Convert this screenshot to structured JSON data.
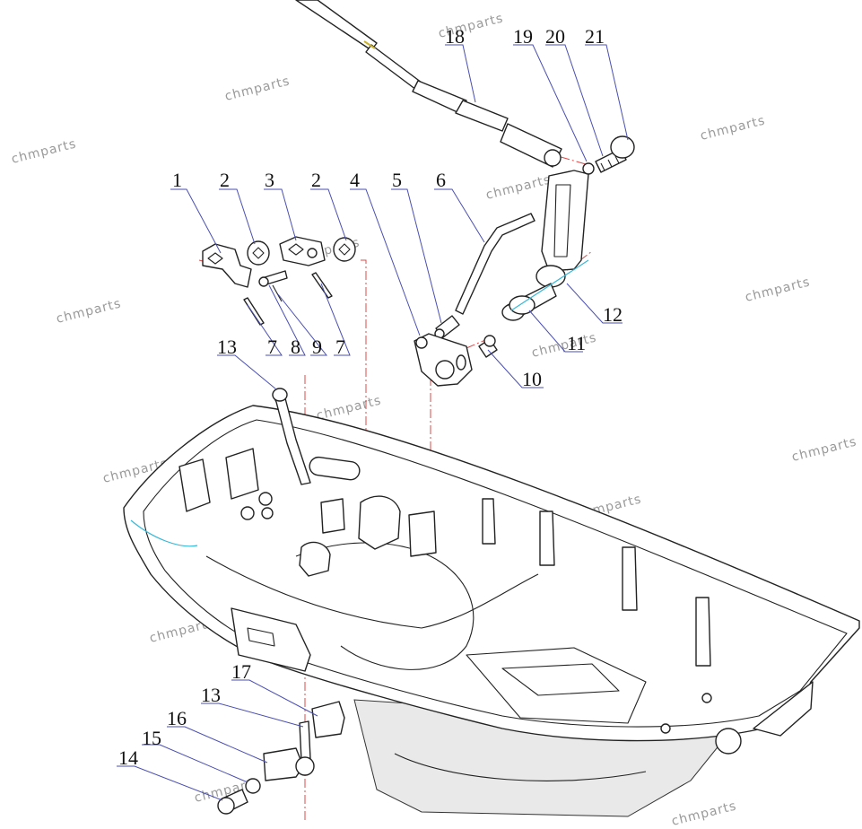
{
  "diagram": {
    "callouts": [
      {
        "id": "c1",
        "text": "1"
      },
      {
        "id": "c2a",
        "text": "2"
      },
      {
        "id": "c3",
        "text": "3"
      },
      {
        "id": "c2b",
        "text": "2"
      },
      {
        "id": "c4",
        "text": "4"
      },
      {
        "id": "c5",
        "text": "5"
      },
      {
        "id": "c6",
        "text": "6"
      },
      {
        "id": "c7a",
        "text": "7"
      },
      {
        "id": "c8",
        "text": "8"
      },
      {
        "id": "c9",
        "text": "9"
      },
      {
        "id": "c7b",
        "text": "7"
      },
      {
        "id": "c10",
        "text": "10"
      },
      {
        "id": "c11",
        "text": "11"
      },
      {
        "id": "c12",
        "text": "12"
      },
      {
        "id": "c13a",
        "text": "13"
      },
      {
        "id": "c13b",
        "text": "13"
      },
      {
        "id": "c14",
        "text": "14"
      },
      {
        "id": "c15",
        "text": "15"
      },
      {
        "id": "c16",
        "text": "16"
      },
      {
        "id": "c17",
        "text": "17"
      },
      {
        "id": "c18",
        "text": "18"
      },
      {
        "id": "c19",
        "text": "19"
      },
      {
        "id": "c20",
        "text": "20"
      },
      {
        "id": "c21",
        "text": "21"
      }
    ],
    "watermark": "chmparts",
    "colors": {
      "line": "#222222",
      "leader": "#4a4fb0",
      "centerline": "#d84a4a",
      "highlight": "#36b8d8",
      "watermark": "#9a9a9a"
    }
  }
}
